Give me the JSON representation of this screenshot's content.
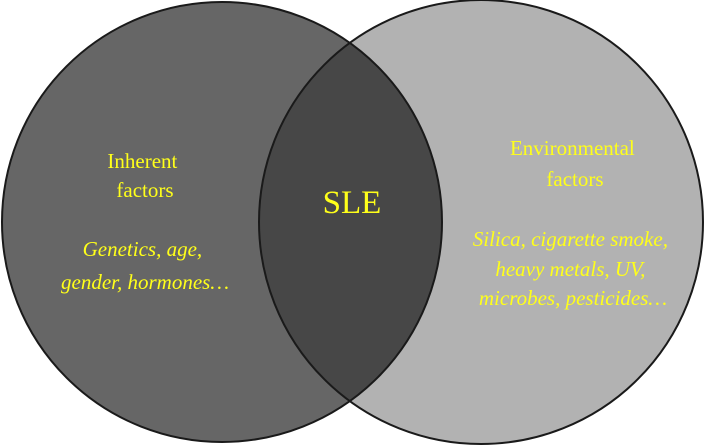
{
  "diagram": {
    "left_circle": {
      "title_lines": [
        "Inherent",
        "factors"
      ],
      "example_lines": [
        "Genetics, age,",
        "gender, hormones…"
      ]
    },
    "right_circle": {
      "title_lines": [
        "Environmental",
        "factors"
      ],
      "example_lines": [
        "Silica, cigarette smoke,",
        "heavy metals, UV,",
        "microbes, pesticides…"
      ]
    },
    "intersection": {
      "label": "SLE"
    }
  },
  "colors": {
    "left_fill": "#666666",
    "right_fill": "#b2b2b2",
    "overlap_fill": "#474747",
    "outline": "#1a1a1a",
    "text": "#ffff1a",
    "background": "#ffffff"
  }
}
